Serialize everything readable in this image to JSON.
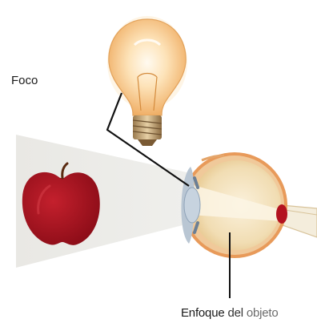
{
  "labels": {
    "light_source": "Foco",
    "object_focus_part1": "Enfoque",
    "object_focus_part2": "del",
    "object_focus_part3": "objeto"
  },
  "colors": {
    "apple": "#a3121e",
    "bulb_glow": "#f6c98a",
    "lens": "#c7d3df",
    "eye_interior": "#f3e3c3",
    "sclera_edge": "#d28a4a",
    "cone": "#ececea",
    "leader_line": "#111111"
  }
}
